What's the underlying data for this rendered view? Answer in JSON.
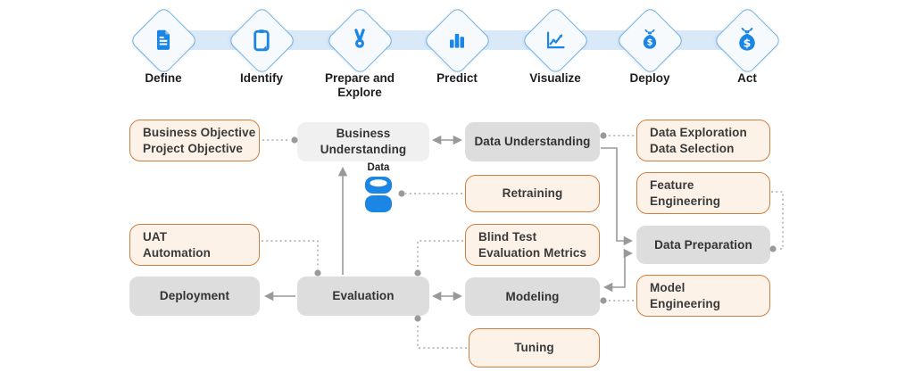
{
  "steps": {
    "items": [
      {
        "label": "Define",
        "icon": "document-icon"
      },
      {
        "label": "Identify",
        "icon": "clipboard-icon"
      },
      {
        "label": "Prepare and Explore",
        "icon": "medal-icon"
      },
      {
        "label": "Predict",
        "icon": "bar-chart-icon"
      },
      {
        "label": "Visualize",
        "icon": "line-chart-icon"
      },
      {
        "label": "Deploy",
        "icon": "money-bag-icon"
      },
      {
        "label": "Act",
        "icon": "money-bag-icon"
      }
    ]
  },
  "flow": {
    "business_objective": {
      "line1": "Business Objective",
      "line2": "Project Objective"
    },
    "business_understanding": {
      "label": "Business Understanding"
    },
    "data_understanding": {
      "label": "Data Understanding"
    },
    "data_exploration": {
      "line1": "Data Exploration",
      "line2": "Data Selection"
    },
    "data_label": "Data",
    "retraining": {
      "label": "Retraining"
    },
    "feature_engineering": {
      "line1": "Feature",
      "line2": "Engineering"
    },
    "uat_automation": {
      "line1": "UAT",
      "line2": "Automation"
    },
    "blind_test": {
      "line1": "Blind Test",
      "line2": "Evaluation Metrics"
    },
    "data_preparation": {
      "label": "Data Preparation"
    },
    "deployment": {
      "label": "Deployment"
    },
    "evaluation": {
      "label": "Evaluation"
    },
    "modeling": {
      "label": "Modeling"
    },
    "model_engineering": {
      "line1": "Model",
      "line2": "Engineering"
    },
    "tuning": {
      "label": "Tuning"
    }
  },
  "colors": {
    "accent_blue": "#1b86e3",
    "diamond_border": "#74b1e0",
    "band_blue": "#d9e9f7",
    "orange_border": "#cf7e40",
    "orange_fill": "#fdf2e8",
    "gray_fill": "#dddddd",
    "gray_light_fill": "#f0f0f0",
    "connector_solid": "#999999",
    "connector_dotted": "#ababab"
  }
}
